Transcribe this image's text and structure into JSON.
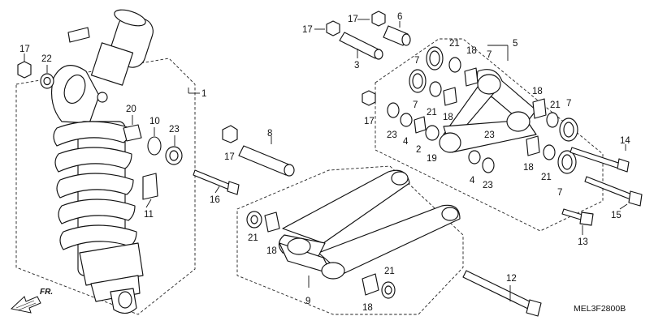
{
  "diagram": {
    "code": "MEL3F2800B",
    "direction_label": "FR."
  },
  "callouts": {
    "c1": "1",
    "c2": "2",
    "c3": "3",
    "c4a": "4",
    "c4b": "4",
    "c5": "5",
    "c6": "6",
    "c7a": "7",
    "c7b": "7",
    "c7c": "7",
    "c7d": "7",
    "c7e": "7",
    "c8": "8",
    "c9": "9",
    "c10": "10",
    "c11": "11",
    "c12": "12",
    "c13": "13",
    "c14": "14",
    "c15": "15",
    "c16": "16",
    "c17a": "17",
    "c17b": "17",
    "c17c": "17",
    "c17d": "17",
    "c17e": "17",
    "c18a": "18",
    "c18b": "18",
    "c18c": "18",
    "c18d": "18",
    "c18e": "18",
    "c18f": "18",
    "c19": "19",
    "c20": "20",
    "c21a": "21",
    "c21b": "21",
    "c21c": "21",
    "c21d": "21",
    "c21e": "21",
    "c21f": "21",
    "c22": "22",
    "c23a": "23",
    "c23b": "23",
    "c23c": "23",
    "c23d": "23"
  },
  "icons": {
    "direction_arrow": "fr-arrow-icon"
  }
}
